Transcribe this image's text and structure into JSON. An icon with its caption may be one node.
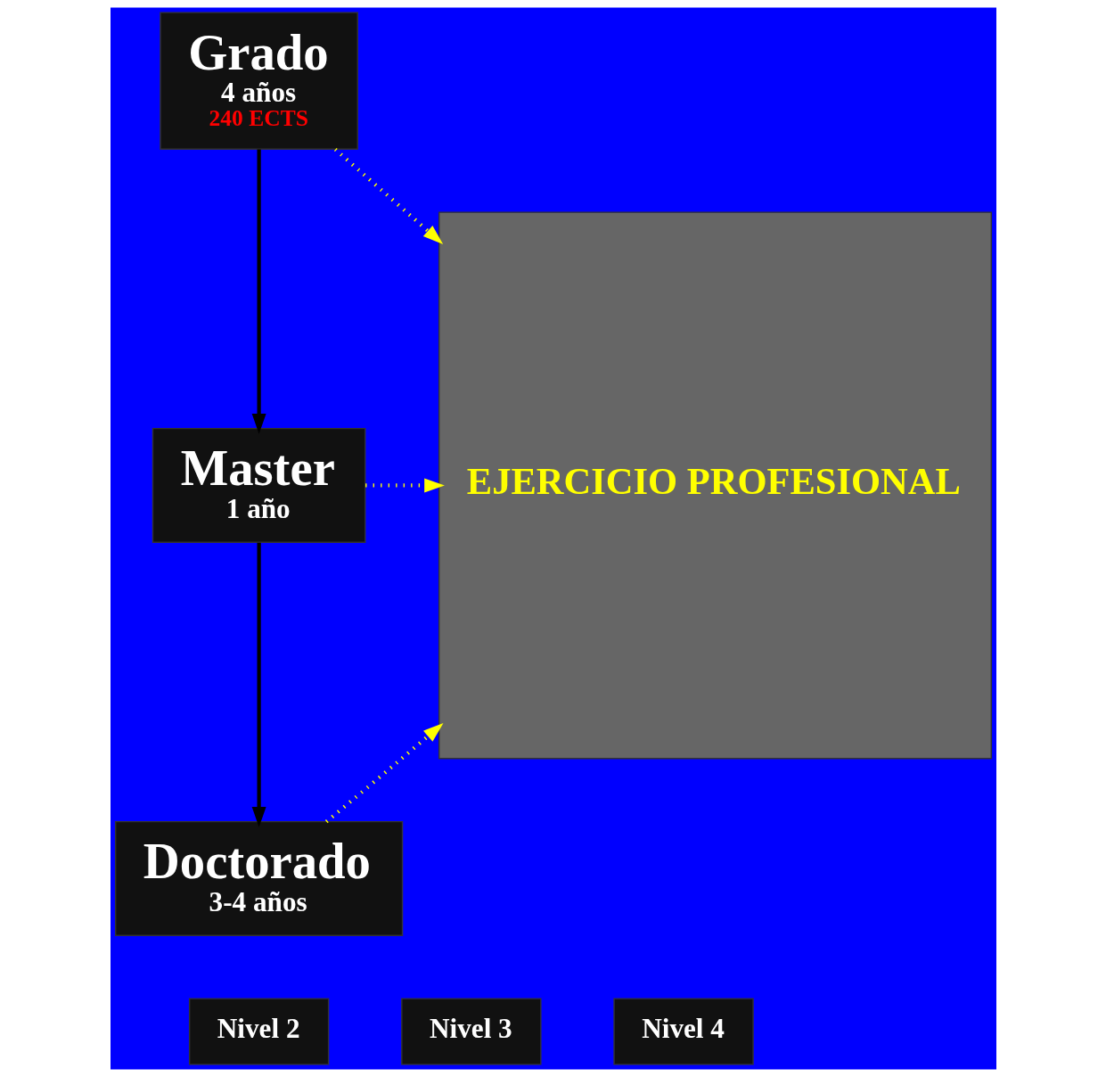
{
  "diagram": {
    "nodes": [
      {
        "text": [
          "Grado",
          "4 años",
          "240 ECTS"
        ]
      },
      {
        "text": [
          "Master",
          "1 año"
        ]
      },
      {
        "text": [
          "Doctorado",
          "3-4 años"
        ]
      },
      {
        "text": [
          "EJERCICIO PROFESIONAL"
        ]
      },
      {
        "text": [
          "Nivel 2"
        ]
      },
      {
        "text": [
          "Nivel 3"
        ]
      },
      {
        "text": [
          "Nivel 4"
        ]
      }
    ],
    "edges": [
      {
        "from": 0,
        "to": 3,
        "arrow": "to",
        "style": "dashed",
        "color": "#ffff00"
      },
      {
        "from": 0,
        "to": 1,
        "arrow": "to",
        "color": "#000000"
      },
      {
        "from": 1,
        "to": 3,
        "arrow": "to",
        "style": "dashed",
        "color": "#ffff00"
      },
      {
        "from": 1,
        "to": 2,
        "arrow": "to",
        "color": "#000000"
      },
      {
        "from": 2,
        "to": 3,
        "arrow": "to",
        "style": "dashed",
        "color": "#ffff00"
      }
    ]
  }
}
